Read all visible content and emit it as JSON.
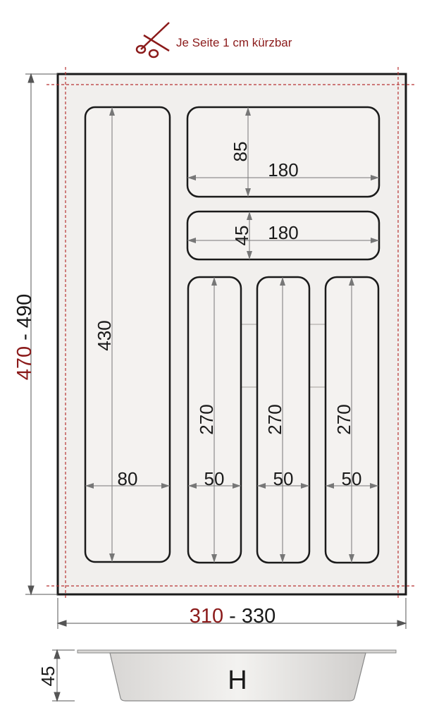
{
  "cut_note": "Je Seite 1 cm kürzbar",
  "height_range": {
    "min": "470",
    "separator": " - ",
    "max": "490"
  },
  "width_range": {
    "min": "310",
    "separator": " - ",
    "max": "330"
  },
  "compartments": {
    "long_left": {
      "length": "430",
      "width": "80"
    },
    "top_right": {
      "depth": "85",
      "width": "180"
    },
    "middle_right": {
      "depth": "45",
      "width": "180"
    },
    "small_1": {
      "length": "270",
      "width": "50"
    },
    "small_2": {
      "length": "270",
      "width": "50"
    },
    "small_3": {
      "length": "270",
      "width": "50"
    }
  },
  "side_view": {
    "height": "45",
    "label": "H"
  },
  "colors": {
    "accent_red": "#8b1a1a",
    "tray_fill": "#f1efed",
    "outline": "#1a1a1a"
  }
}
